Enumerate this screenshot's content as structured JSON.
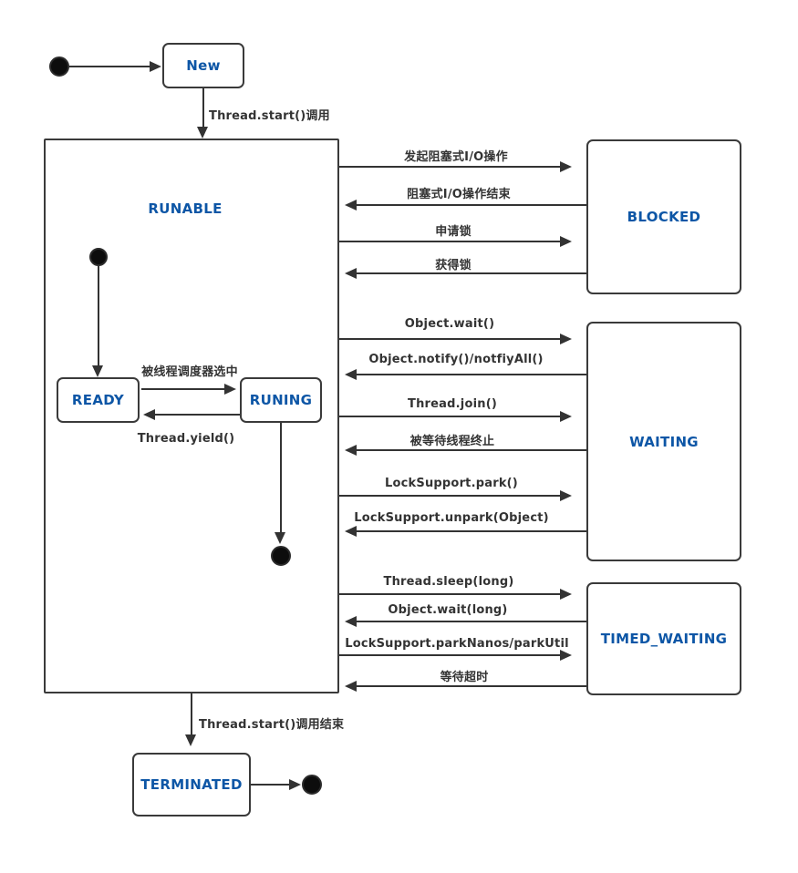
{
  "colors": {
    "state_label": "#0d56a6",
    "line": "#333333",
    "transition_label": "#333333",
    "background": "#ffffff"
  },
  "states": {
    "new": "New",
    "runable": "RUNABLE",
    "ready": "READY",
    "runing": "RUNING",
    "blocked": "BLOCKED",
    "waiting": "WAITING",
    "timed_waiting": "TIMED_WAITING",
    "terminated": "TERMINATED"
  },
  "transitions": {
    "new_to_runable": "Thread.start()调用",
    "ready_to_runing": "被线程调度器选中",
    "runing_to_ready": "Thread.yield()",
    "runable_to_blocked_io": "发起阻塞式I/O操作",
    "blocked_to_runable_io": "阻塞式I/O操作结束",
    "runable_to_blocked_lock": "申请锁",
    "blocked_to_runable_lock": "获得锁",
    "runable_to_waiting_wait": "Object.wait()",
    "waiting_to_runable_notify": "Object.notify()/notfiyAll()",
    "runable_to_waiting_join": "Thread.join()",
    "waiting_to_runable_end": "被等待线程终止",
    "runable_to_waiting_park": "LockSupport.park()",
    "waiting_to_runable_unpark": "LockSupport.unpark(Object)",
    "runable_to_timed_sleep": "Thread.sleep(long)",
    "timed_to_runable_wait": "Object.wait(long)",
    "runable_to_timed_park": "LockSupport.parkNanos/parkUtil",
    "timed_to_runable_timeout": "等待超时",
    "runable_to_terminated": "Thread.start()调用结束"
  }
}
